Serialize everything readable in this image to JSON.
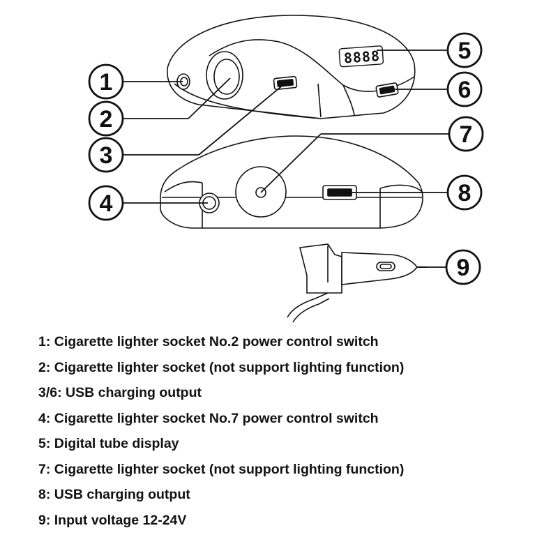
{
  "callouts": [
    "1",
    "2",
    "3",
    "4",
    "5",
    "6",
    "7",
    "8",
    "9"
  ],
  "display_digits": [
    "8",
    "8",
    "8",
    "8"
  ],
  "legend": [
    "1: Cigarette lighter socket No.2 power control switch",
    "2: Cigarette lighter socket (not support lighting function)",
    "3/6: USB charging output",
    "4: Cigarette lighter socket No.7 power control switch",
    "5: Digital tube display",
    "7: Cigarette lighter socket (not support lighting function)",
    "8: USB charging output",
    "9: Input voltage 12-24V"
  ],
  "colors": {
    "line": "#111111",
    "body_fill": "#ffffff",
    "display_fill": "#111111"
  }
}
